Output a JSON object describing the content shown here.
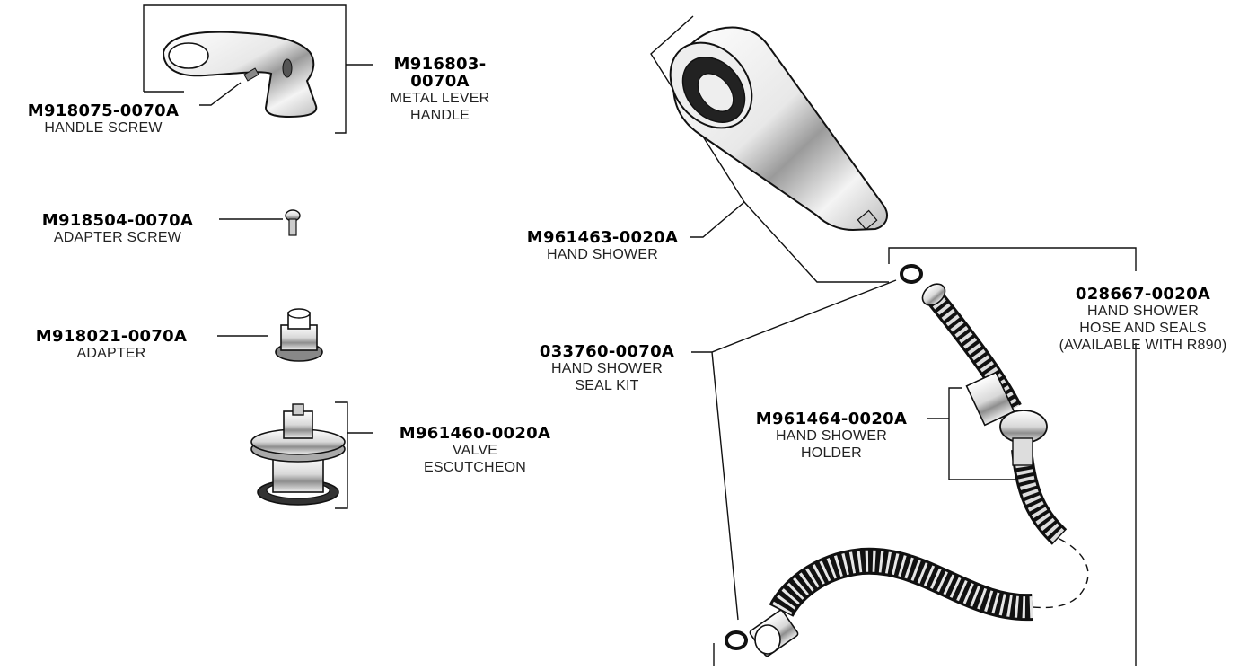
{
  "parts": [
    {
      "id": "handle",
      "part_number": "M916803-0070A",
      "description": [
        "METAL LEVER",
        "HANDLE"
      ]
    },
    {
      "id": "handle_screw",
      "part_number": "M918075-0070A",
      "description": [
        "HANDLE SCREW"
      ]
    },
    {
      "id": "adapter_screw",
      "part_number": "M918504-0070A",
      "description": [
        "ADAPTER SCREW"
      ]
    },
    {
      "id": "adapter",
      "part_number": "M918021-0070A",
      "description": [
        "ADAPTER"
      ]
    },
    {
      "id": "valve_escutcheon",
      "part_number": "M961460-0020A",
      "description": [
        "VALVE",
        "ESCUTCHEON"
      ]
    },
    {
      "id": "hand_shower",
      "part_number": "M961463-0020A",
      "description": [
        "HAND SHOWER"
      ]
    },
    {
      "id": "seal_kit",
      "part_number": "033760-0070A",
      "description": [
        "HAND SHOWER",
        "SEAL KIT"
      ]
    },
    {
      "id": "hose_and_seals",
      "part_number": "028667-0020A",
      "description": [
        "HAND SHOWER",
        "HOSE AND SEALS",
        "(AVAILABLE WITH R890)"
      ]
    },
    {
      "id": "holder",
      "part_number": "M961464-0020A",
      "description": [
        "HAND SHOWER",
        "HOLDER"
      ]
    }
  ]
}
